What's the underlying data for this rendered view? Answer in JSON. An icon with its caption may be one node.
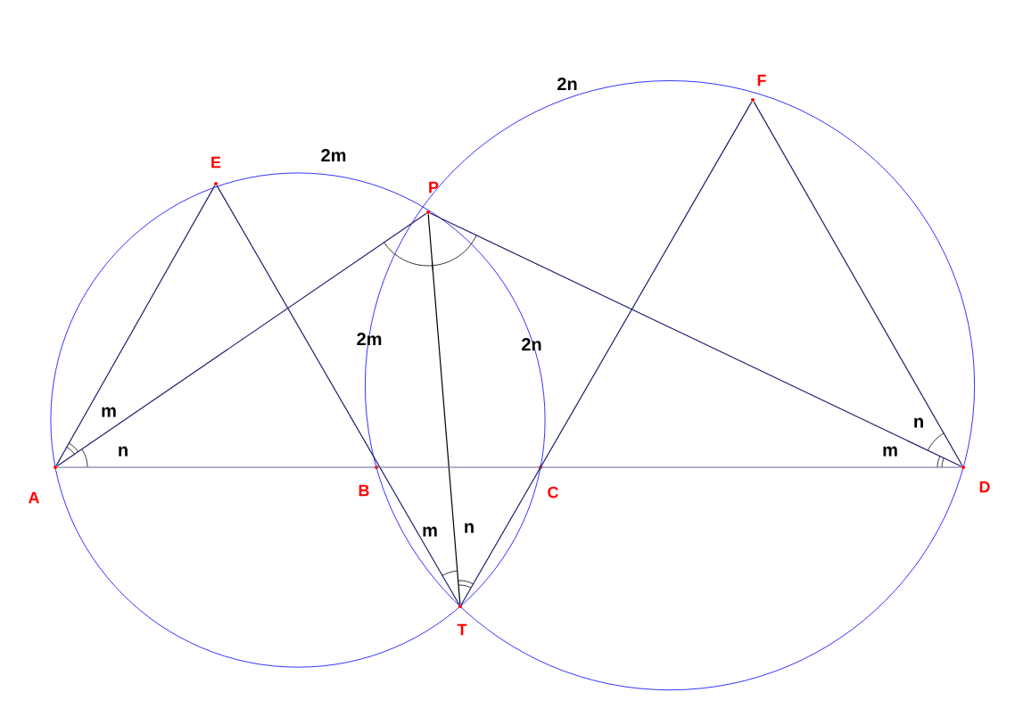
{
  "diagram": {
    "nodes": [
      {
        "text": [
          "E"
        ]
      },
      {
        "text": [
          "P"
        ]
      },
      {
        "text": [
          "F"
        ]
      },
      {
        "text": [
          "A"
        ]
      },
      {
        "text": [
          "B"
        ]
      },
      {
        "text": [
          "C"
        ]
      },
      {
        "text": [
          "D"
        ]
      },
      {
        "text": [
          "T"
        ]
      }
    ],
    "edges": [
      {
        "from": 3,
        "to": 0,
        "arrow": "none"
      },
      {
        "from": 0,
        "to": 7,
        "arrow": "none"
      },
      {
        "from": 3,
        "to": 1,
        "arrow": "none"
      },
      {
        "from": 1,
        "to": 6,
        "arrow": "none"
      },
      {
        "from": 1,
        "to": 7,
        "arrow": "none",
        "color": "#000000"
      },
      {
        "from": 2,
        "to": 7,
        "arrow": "none"
      },
      {
        "from": 2,
        "to": 6,
        "arrow": "none"
      },
      {
        "from": 3,
        "to": 6,
        "arrow": "none",
        "color": "#6464a0"
      }
    ],
    "labels": [
      "2n",
      "2m",
      "2m",
      "2n",
      "m",
      "n",
      "m",
      "n",
      "n",
      "m"
    ]
  }
}
